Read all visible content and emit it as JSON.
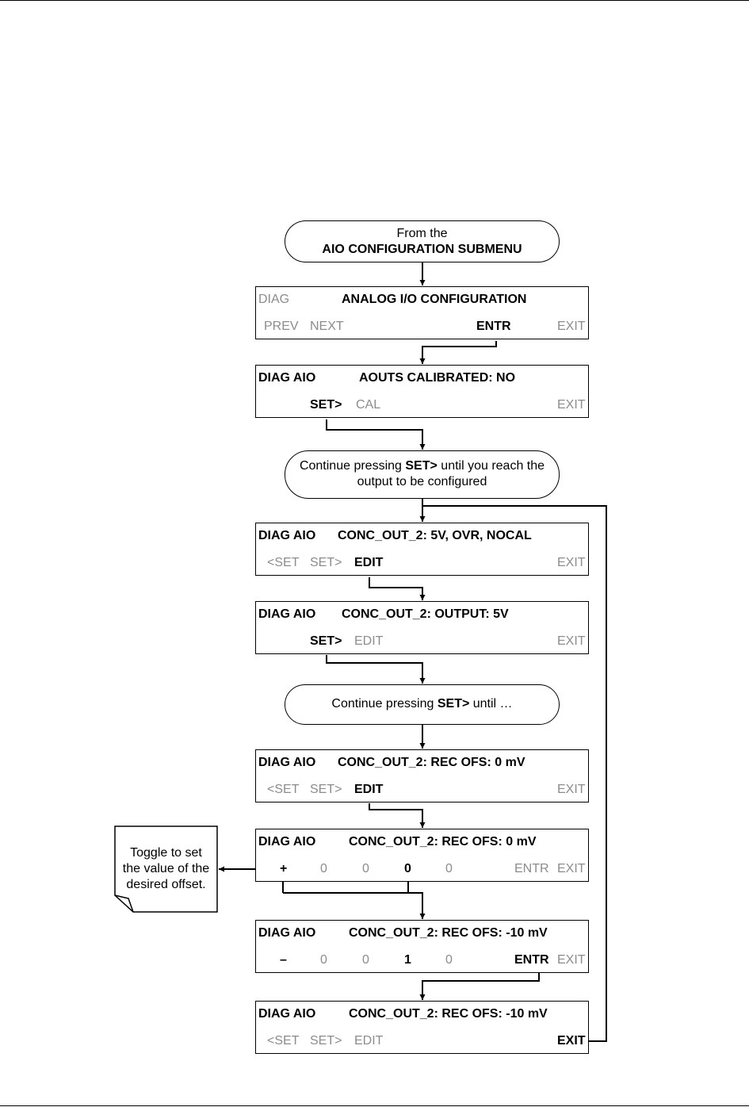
{
  "start": {
    "line1": "From the",
    "line2": "AIO CONFIGURATION SUBMENU"
  },
  "screens": [
    {
      "title_left": "DIAG",
      "title_main": "ANALOG I/O CONFIGURATION",
      "keys": [
        "PREV",
        "NEXT",
        "ENTR",
        "EXIT"
      ]
    },
    {
      "title_left": "DIAG AIO",
      "title_main": "AOUTS CALIBRATED: NO",
      "keys": [
        "SET>",
        "CAL",
        "EXIT"
      ]
    },
    {
      "title_left": "DIAG AIO",
      "title_main": "CONC_OUT_2: 5V, OVR, NOCAL",
      "keys": [
        "<SET",
        "SET>",
        "EDIT",
        "EXIT"
      ]
    },
    {
      "title_left": "DIAG AIO",
      "title_main": "CONC_OUT_2: OUTPUT: 5V",
      "keys": [
        "SET>",
        "EDIT",
        "EXIT"
      ]
    },
    {
      "title_left": "DIAG AIO",
      "title_main": "CONC_OUT_2: REC OFS: 0 mV",
      "keys": [
        "<SET",
        "SET>",
        "EDIT",
        "EXIT"
      ]
    },
    {
      "title_left": "DIAG AIO",
      "title_main": "CONC_OUT_2: REC OFS: 0 mV",
      "keys": [
        "+",
        "0",
        "0",
        "0",
        "0",
        "ENTR",
        "EXIT"
      ]
    },
    {
      "title_left": "DIAG AIO",
      "title_main": "CONC_OUT_2: REC OFS: -10 mV",
      "keys": [
        "–",
        "0",
        "0",
        "1",
        "0",
        "ENTR",
        "EXIT"
      ]
    },
    {
      "title_left": "DIAG AIO",
      "title_main": "CONC_OUT_2: REC OFS: -10 mV",
      "keys": [
        "<SET",
        "SET>",
        "EDIT",
        "EXIT"
      ]
    }
  ],
  "notes": {
    "continue1_a": "Continue pressing ",
    "continue1_b": "SET>",
    "continue1_c": " until you reach the",
    "continue1_d": "output to be configured",
    "continue2_a": "Continue pressing ",
    "continue2_b": "SET>",
    "continue2_c": " until …",
    "toggle_lines": [
      "Toggle to set",
      "the value of the",
      "desired offset."
    ]
  }
}
